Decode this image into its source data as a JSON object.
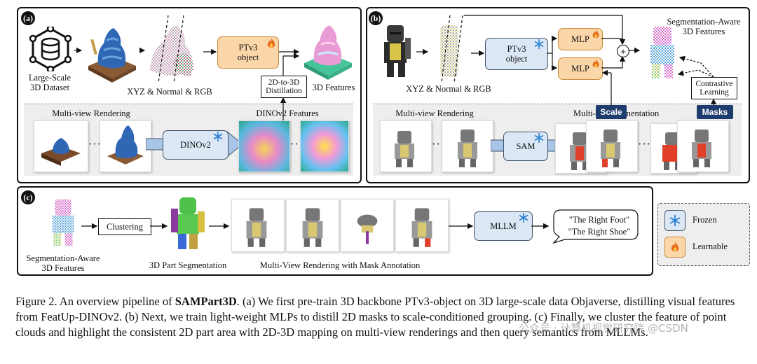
{
  "panel_a": {
    "tag": "(a)",
    "dataset_label": "Large-Scale\n3D Dataset",
    "xyz_label": "XYZ & Normal & RGB",
    "ptv3_label": "PTv3\nobject",
    "distill_label": "2D-to-3D\nDistillation",
    "features_label": "3D Features",
    "mv_label": "Multi-view Rendering",
    "dino_features_label": "DINOv2 Features",
    "dinov2_label": "DINOv2",
    "dots": "···"
  },
  "panel_b": {
    "tag": "(b)",
    "xyz_label": "XYZ & Normal & RGB",
    "ptv3_label": "PTv3\nobject",
    "mlp_top": "MLP",
    "mlp_bottom": "MLP",
    "seg_features_label": "Segmentation-Aware\n3D Features",
    "contrastive_label": "Contrastive\nLearning",
    "mv_label": "Multi-view Rendering",
    "seg_label": "Multi-      2D Segmentation",
    "scale_label": "Scale",
    "masks_label": "Masks",
    "sam_label": "SAM",
    "plus": "+"
  },
  "panel_c": {
    "tag": "(c)",
    "seg_features_label": "Segmentation-Aware\n3D Features",
    "clustering_label": "Clustering",
    "part_seg_label": "3D Part Segmentation",
    "mv_mask_label": "Multi-View Rendering with Mask Annotation",
    "mllm_label": "MLLM",
    "answer_1": "\"The Right Foot\"",
    "answer_2": "\"The Right Shoe\""
  },
  "legend": {
    "frozen": "Frozen",
    "learnable": "Learnable"
  },
  "caption": {
    "prefix": "Figure 2. An overview pipeline of ",
    "bold": "SAMPart3D",
    "text": ". (a) We first pre-train 3D backbone PTv3-object on 3D large-scale data Objaverse, distilling visual features from FeatUp-DINOv2. (b) Next, we train light-weight MLPs to distill 2D masks to scale-conditioned grouping. (c) Finally, we cluster the feature of point clouds and highlight the consistent 2D part area with 2D-3D mapping on multi-view renderings and then query semantics from MLLMs."
  },
  "watermark": "公众号 · 计算机视觉研究院 @CSDN",
  "colors": {
    "orange_fill": "#fbd6a8",
    "blue_fill": "#dbe7f5",
    "dark_navy": "#1f3c6e",
    "arrow_blue": "#a8c4e6"
  },
  "icons": [
    "snowflake-icon",
    "flame-icon",
    "database-icon"
  ]
}
